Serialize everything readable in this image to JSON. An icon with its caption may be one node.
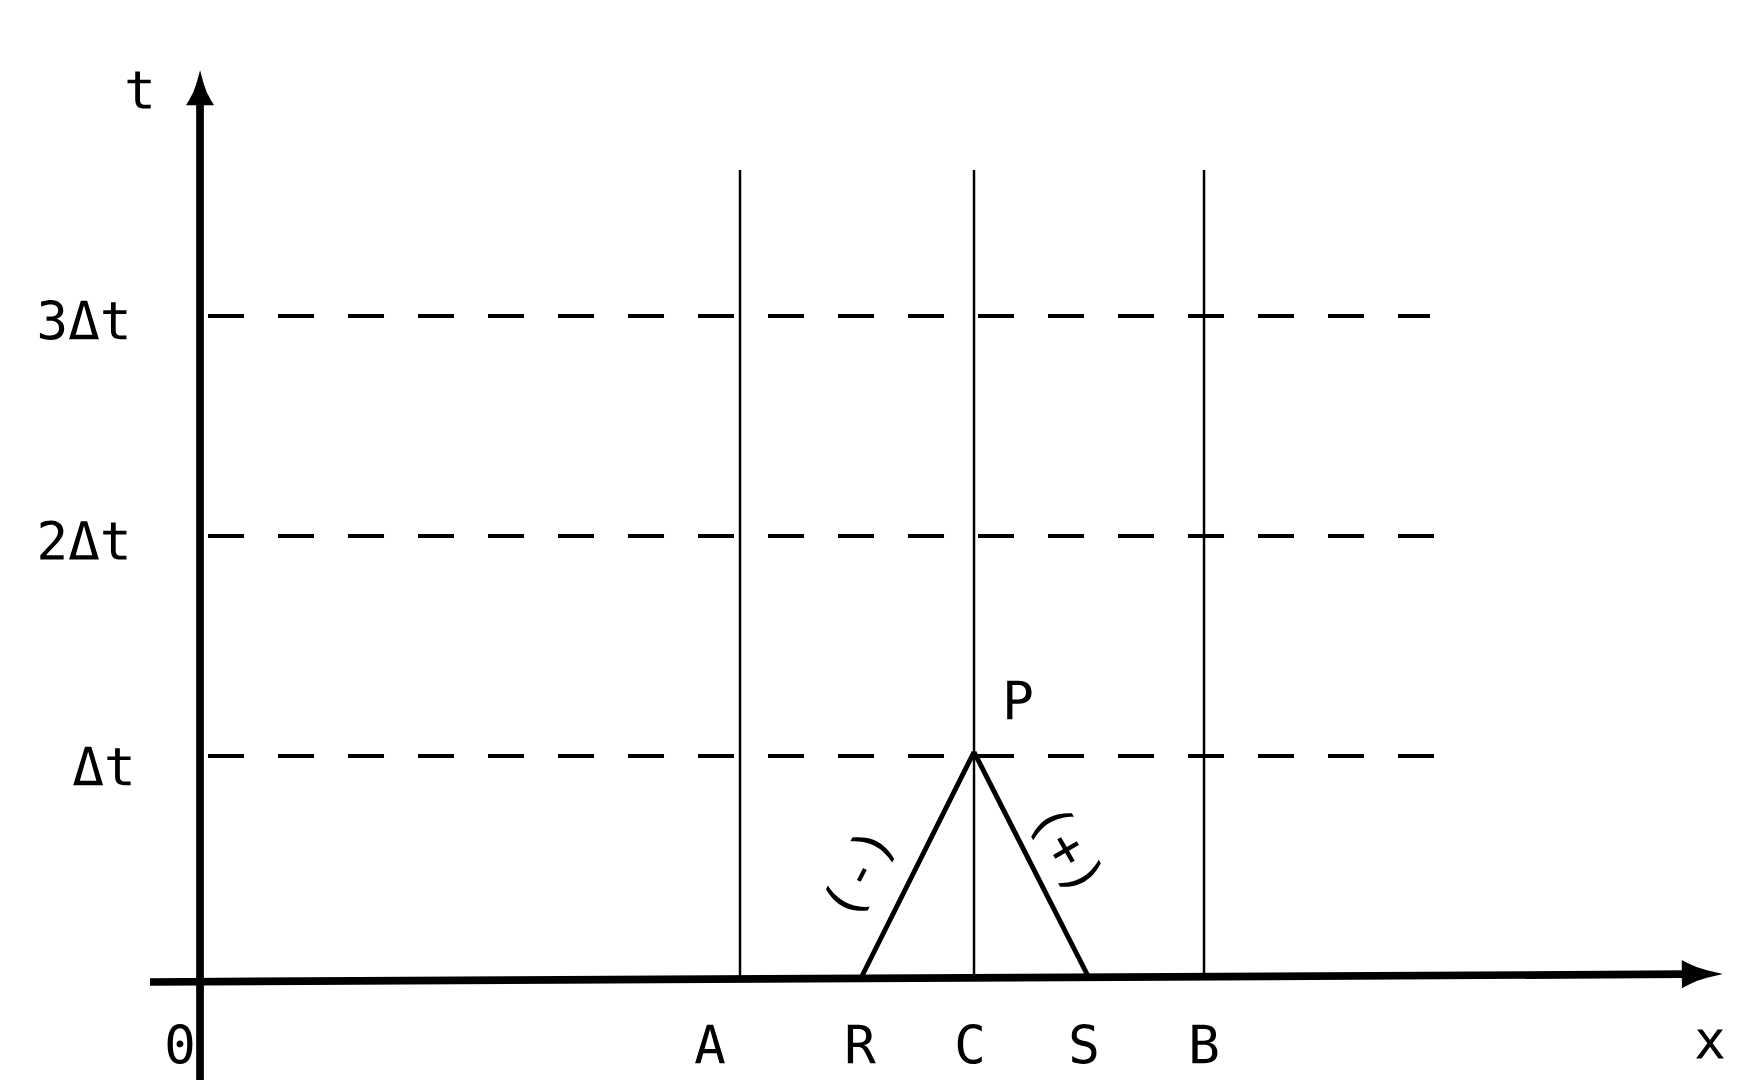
{
  "diagram": {
    "labels": [
      "t",
      "3Δt",
      "2Δt",
      "P",
      "Δt",
      "(-)",
      "(+)",
      "0",
      "A",
      "R",
      "C",
      "S",
      "B",
      "x"
    ]
  }
}
